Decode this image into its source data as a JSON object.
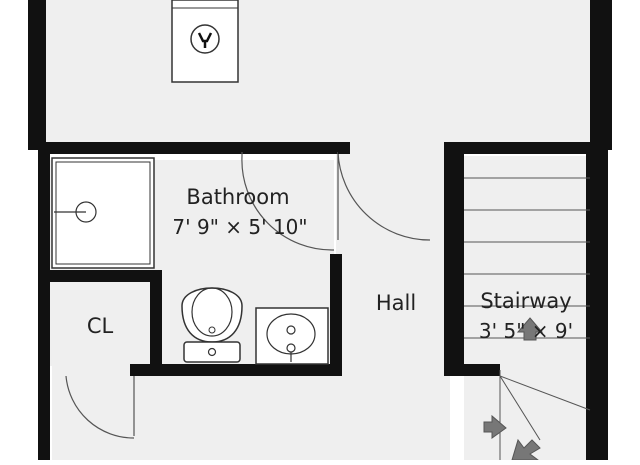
{
  "colors": {
    "floor": "#efefef",
    "wall": "#111111",
    "fixture_fill": "#ffffff",
    "fixture_stroke": "#333333",
    "stair_arrow": "#777777"
  },
  "rooms": {
    "bathroom": {
      "name": "Bathroom",
      "dims": "7' 9\" × 5' 10\""
    },
    "hall": {
      "name": "Hall"
    },
    "closet": {
      "name": "CL"
    },
    "stairway": {
      "name": "Stairway",
      "dims": "3' 5\" × 9'"
    }
  },
  "icons": {
    "water_heater": "wrench-icon",
    "shower_drain": "drain-icon",
    "toilet": "toilet-icon",
    "sink": "sink-icon",
    "stair_direction": "arrow-icon"
  }
}
